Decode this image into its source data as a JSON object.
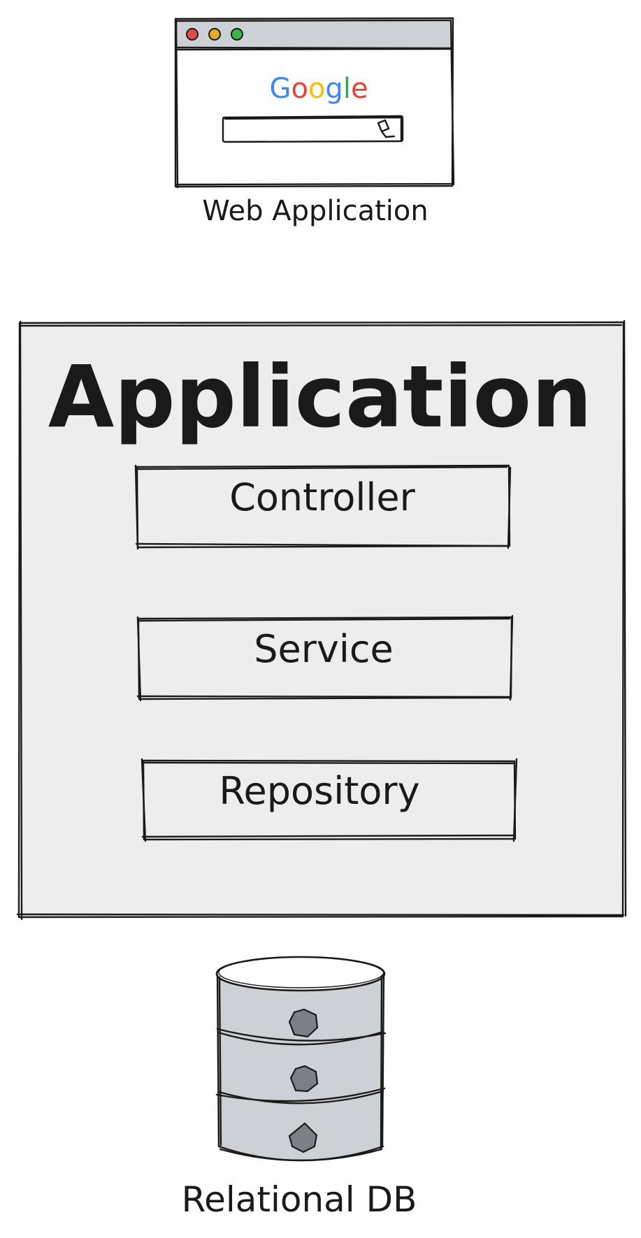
{
  "web_app": {
    "label": "Web Application",
    "logo_text": "Google",
    "logo_colors": [
      "#4285f4",
      "#ea4335",
      "#fbbc05",
      "#4285f4",
      "#34a853",
      "#ea4335"
    ],
    "window_dots": [
      "#e34c4c",
      "#e5a82a",
      "#3bb54a"
    ],
    "search_icon": "pencil-icon"
  },
  "application": {
    "title": "Application",
    "layers": [
      {
        "label": "Controller"
      },
      {
        "label": "Service"
      },
      {
        "label": "Repository"
      }
    ],
    "fill_color": "#ededed"
  },
  "database": {
    "label": "Relational DB",
    "fill_color": "#cdd1d6",
    "disc_color": "#7b8087"
  }
}
